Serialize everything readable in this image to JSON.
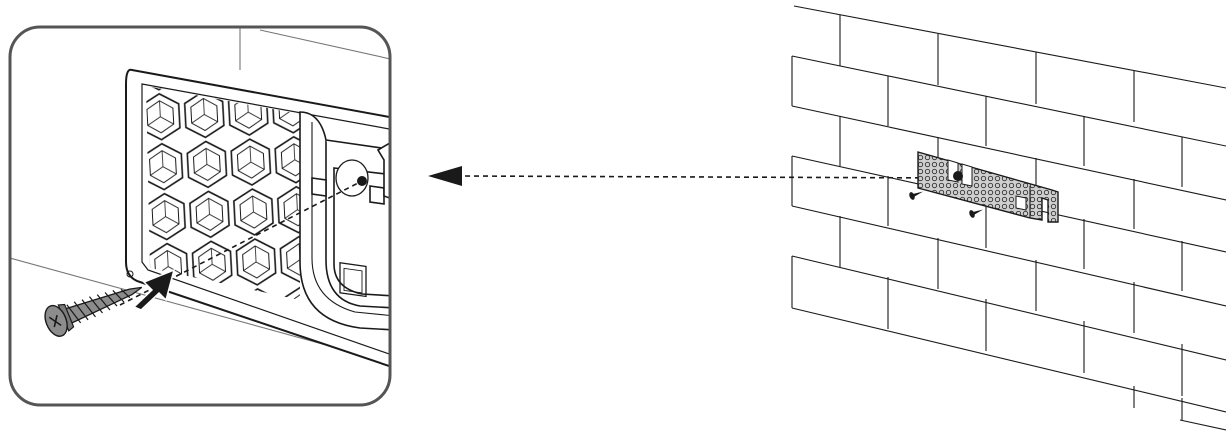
{
  "diagram": {
    "kind": "wall-mount installation instruction",
    "steps_shown": [
      "detail-view-screw-insertion",
      "wall-overview-bracket-mounted"
    ],
    "icons": {
      "screw": "screw-icon",
      "push_arrow": "push-arrow-icon",
      "callout_arrow": "callout-arrow-icon",
      "bracket": "wall-bracket-icon",
      "wall": "brick-wall-icon"
    },
    "colors": {
      "stroke": "#1a1a1a",
      "frame": "#555555",
      "screw_fill": "#8c8c8c",
      "bracket_fill": "#b5b5b5",
      "background": "#ffffff"
    },
    "screw_count": 2
  }
}
